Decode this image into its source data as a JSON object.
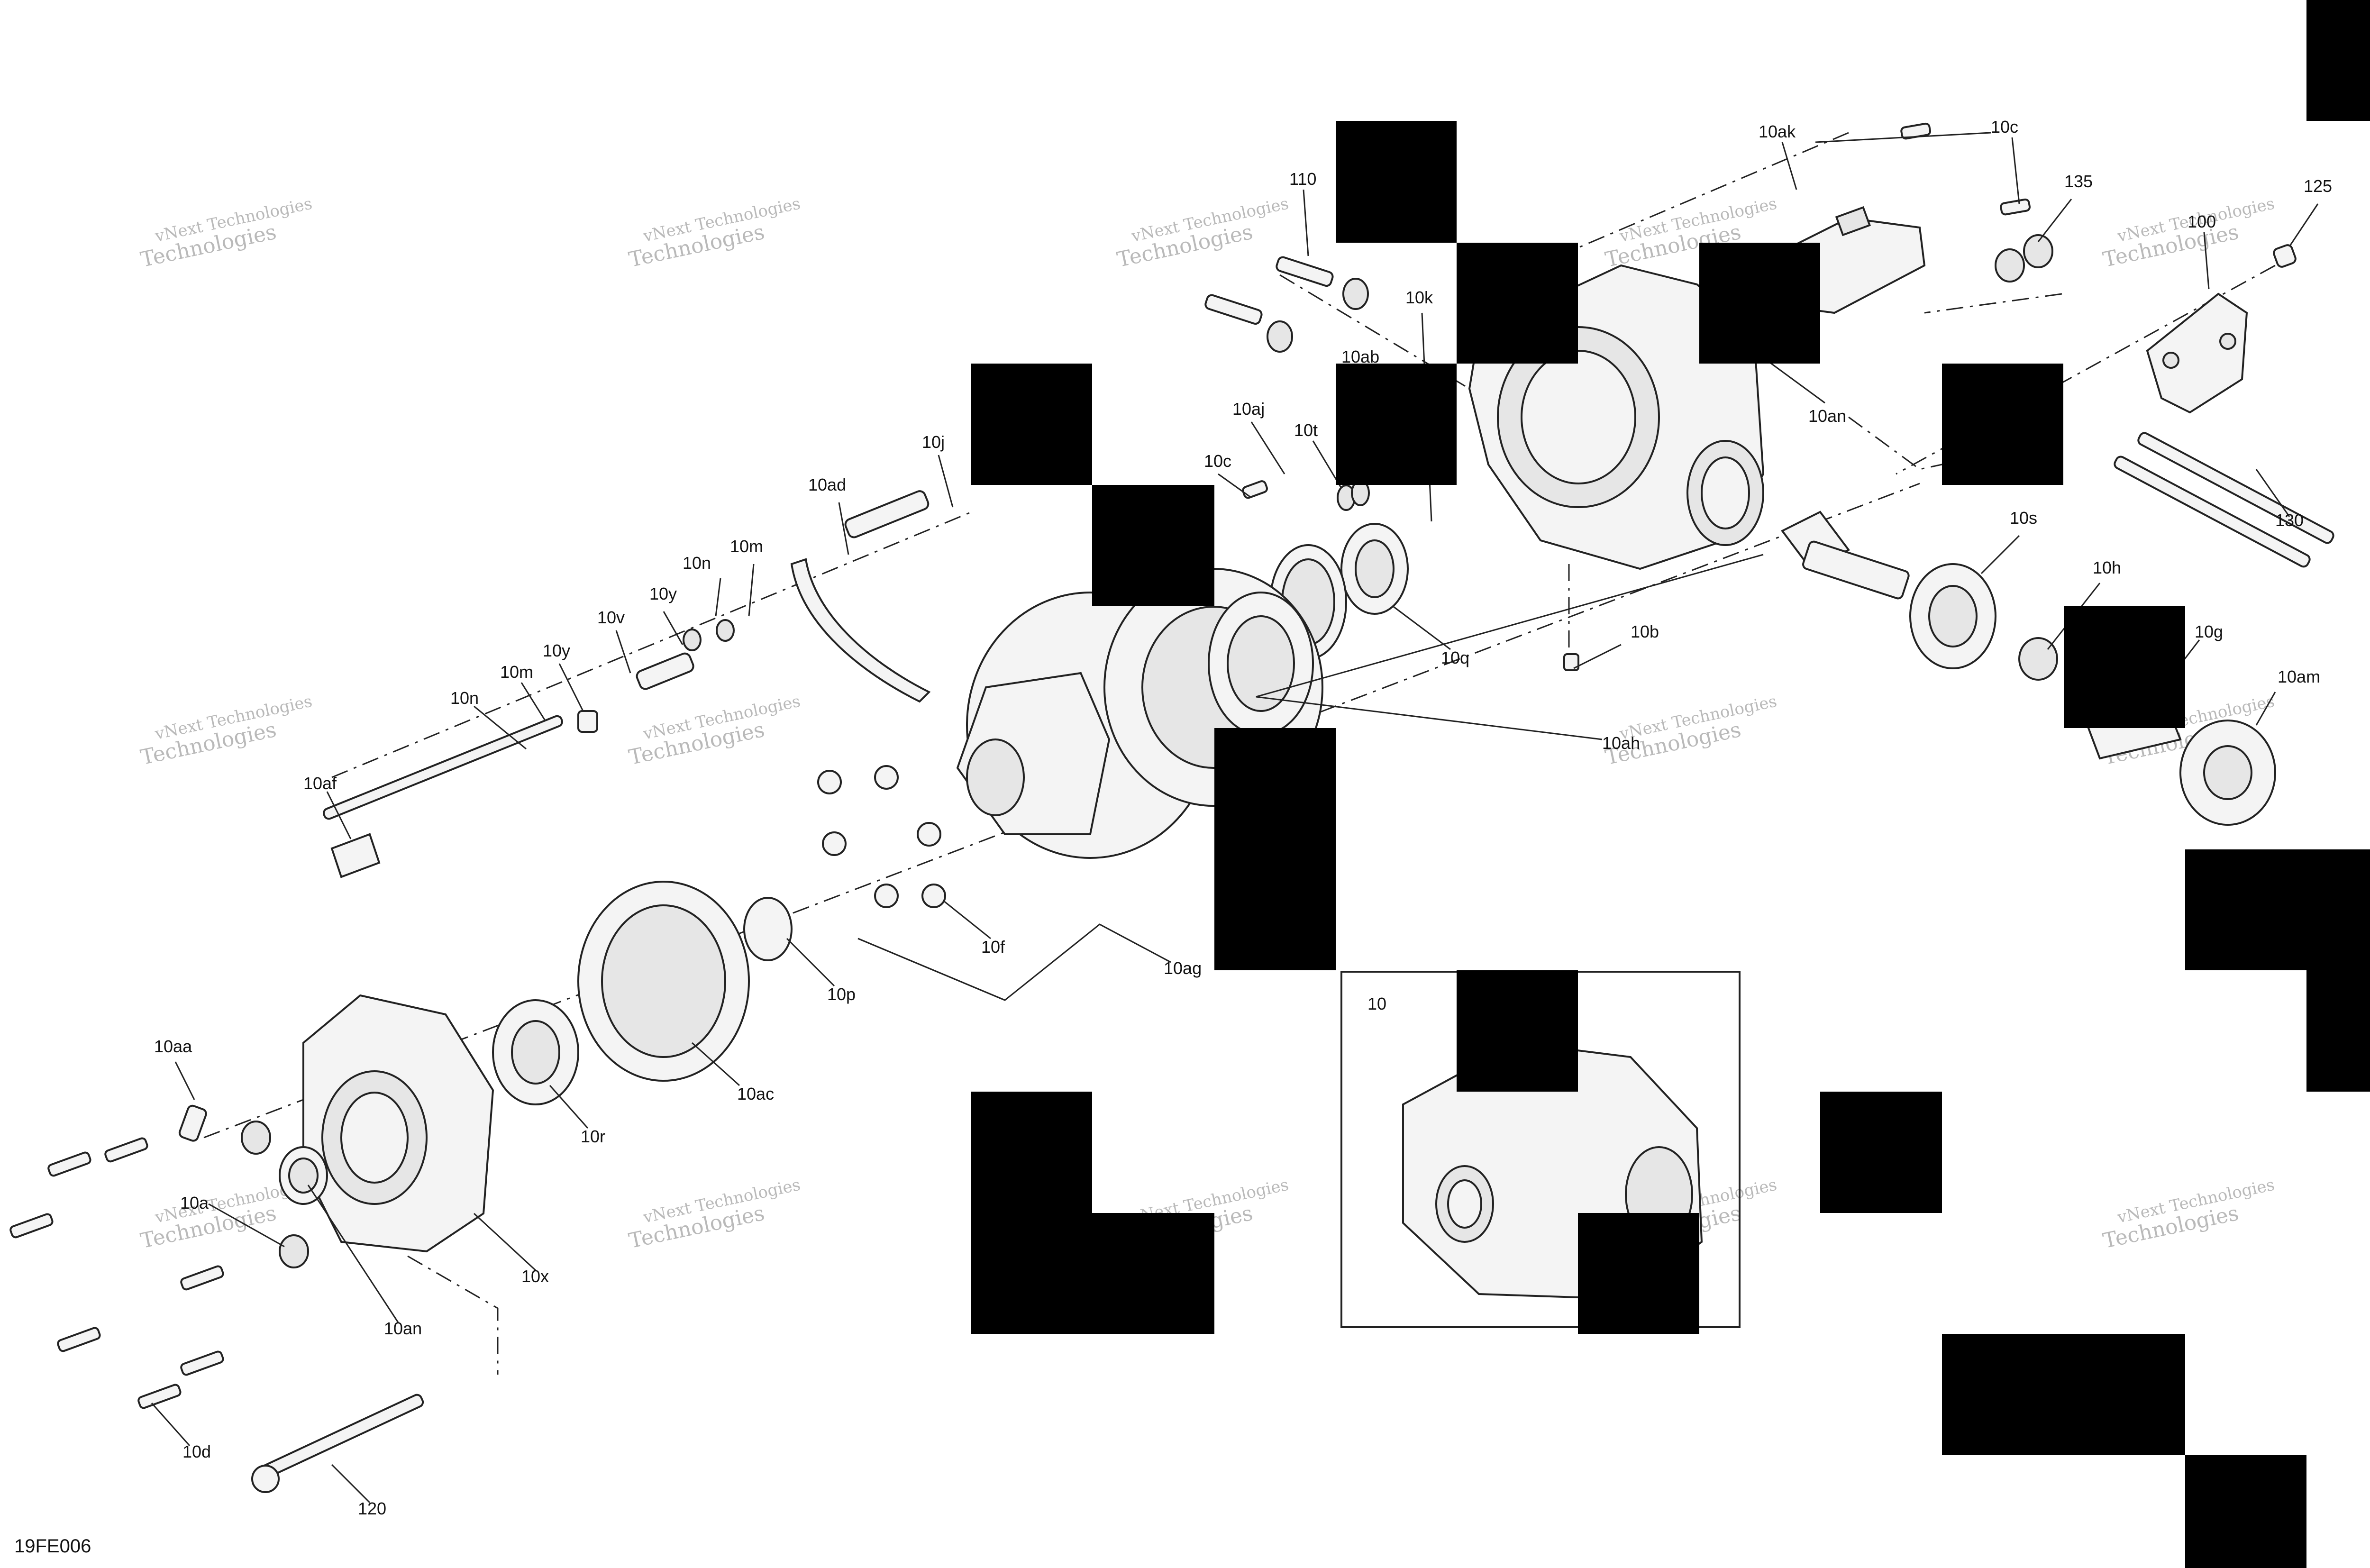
{
  "diagram": {
    "drawing_code": "19FE006",
    "inset_label": "10",
    "watermark": {
      "line1": "vNext Technologies",
      "line2": "Technologies"
    },
    "labels": [
      {
        "id": "10ak",
        "text": "10ak"
      },
      {
        "id": "10c_top",
        "text": "10c"
      },
      {
        "id": "135",
        "text": "135"
      },
      {
        "id": "125",
        "text": "125"
      },
      {
        "id": "100",
        "text": "100"
      },
      {
        "id": "110",
        "text": "110"
      },
      {
        "id": "10k",
        "text": "10k"
      },
      {
        "id": "10ab",
        "text": "10ab"
      },
      {
        "id": "10an_top",
        "text": "10an"
      },
      {
        "id": "10aj",
        "text": "10aj"
      },
      {
        "id": "10t",
        "text": "10t"
      },
      {
        "id": "10c_mid",
        "text": "10c"
      },
      {
        "id": "10j",
        "text": "10j"
      },
      {
        "id": "10ad",
        "text": "10ad"
      },
      {
        "id": "130",
        "text": "130"
      },
      {
        "id": "10s",
        "text": "10s"
      },
      {
        "id": "10h",
        "text": "10h"
      },
      {
        "id": "10g",
        "text": "10g"
      },
      {
        "id": "10am",
        "text": "10am"
      },
      {
        "id": "10q",
        "text": "10q"
      },
      {
        "id": "10b",
        "text": "10b"
      },
      {
        "id": "10ah",
        "text": "10ah"
      },
      {
        "id": "10n_a",
        "text": "10n"
      },
      {
        "id": "10m_a",
        "text": "10m"
      },
      {
        "id": "10y_a",
        "text": "10y"
      },
      {
        "id": "10v",
        "text": "10v"
      },
      {
        "id": "10y_b",
        "text": "10y"
      },
      {
        "id": "10m_b",
        "text": "10m"
      },
      {
        "id": "10n_b",
        "text": "10n"
      },
      {
        "id": "10af",
        "text": "10af"
      },
      {
        "id": "10f",
        "text": "10f"
      },
      {
        "id": "10ag",
        "text": "10ag"
      },
      {
        "id": "10p",
        "text": "10p"
      },
      {
        "id": "10aa",
        "text": "10aa"
      },
      {
        "id": "10ac",
        "text": "10ac"
      },
      {
        "id": "10r",
        "text": "10r"
      },
      {
        "id": "10a",
        "text": "10a"
      },
      {
        "id": "10x",
        "text": "10x"
      },
      {
        "id": "10an_bot",
        "text": "10an"
      },
      {
        "id": "10d",
        "text": "10d"
      },
      {
        "id": "120",
        "text": "120"
      }
    ]
  }
}
